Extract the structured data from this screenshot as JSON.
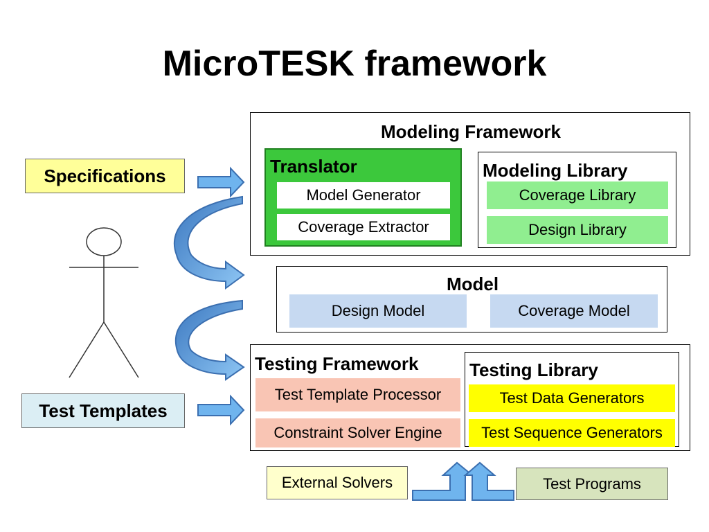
{
  "title": "MicroTESK framework",
  "inputs": {
    "specifications": "Specifications",
    "test_templates": "Test Templates"
  },
  "modeling_framework": {
    "title": "Modeling Framework",
    "translator": {
      "title": "Translator",
      "items": [
        "Model Generator",
        "Coverage Extractor"
      ]
    },
    "modeling_library": {
      "title": "Modeling Library",
      "items": [
        "Coverage Library",
        "Design Library"
      ]
    }
  },
  "model": {
    "title": "Model",
    "items": [
      "Design Model",
      "Coverage Model"
    ]
  },
  "testing_framework": {
    "title": "Testing Framework",
    "items": [
      "Test Template Processor",
      "Constraint Solver Engine"
    ],
    "testing_library": {
      "title": "Testing Library",
      "items": [
        "Test Data Generators",
        "Test Sequence Generators"
      ]
    }
  },
  "outputs": {
    "external_solvers": "External Solvers",
    "test_programs": "Test Programs"
  },
  "colors": {
    "specifications_bg": "#ffff99",
    "test_templates_bg": "#dbeef4",
    "translator_bg": "#3cc83c",
    "modeling_library_items_bg": "#90ee90",
    "model_items_bg": "#c6d9f1",
    "testing_items_bg": "#f9c5b4",
    "testing_library_items_bg": "#ffff00",
    "external_solvers_bg": "#ffffcc",
    "test_programs_bg": "#d7e4bd",
    "arrow_fill": "#6fb4ee",
    "arrow_stroke": "#3b6fb0"
  },
  "icons": [
    "actor-stick-figure",
    "right-arrow",
    "curved-arrow",
    "up-arrow"
  ]
}
